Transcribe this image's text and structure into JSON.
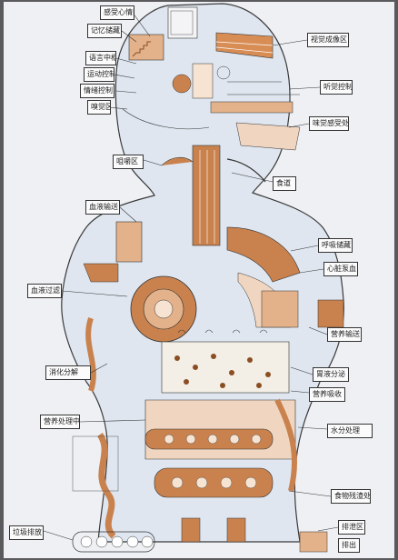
{
  "drawing": {
    "colors": {
      "paper": "#eef0f4",
      "ink": "#3a3a3a",
      "orange": "#c9824e",
      "orange_light": "#e3b28a",
      "blue_tint": "#dfe6f0",
      "background": "#5a5a5c"
    },
    "labels": [
      {
        "id": "lbl-top-left-1",
        "text": "感受心情区"
      },
      {
        "id": "lbl-top-left-2",
        "text": "记忆储藏"
      },
      {
        "id": "lbl-left-1",
        "text": "语言中枢"
      },
      {
        "id": "lbl-left-2",
        "text": "运动控制"
      },
      {
        "id": "lbl-left-3",
        "text": "情绪控制"
      },
      {
        "id": "lbl-left-4",
        "text": "嗅觉区"
      },
      {
        "id": "lbl-right-1",
        "text": "视觉成像区"
      },
      {
        "id": "lbl-right-2",
        "text": "听觉控制"
      },
      {
        "id": "lbl-right-3",
        "text": "味觉感受处"
      },
      {
        "id": "lbl-mouth",
        "text": "咀嚼区"
      },
      {
        "id": "lbl-throat",
        "text": "食道"
      },
      {
        "id": "lbl-lung",
        "text": "血液输送"
      },
      {
        "id": "lbl-right-4",
        "text": "呼吸储藏"
      },
      {
        "id": "lbl-right-5",
        "text": "心脏泵血"
      },
      {
        "id": "lbl-left-5",
        "text": "血液过滤"
      },
      {
        "id": "lbl-right-6",
        "text": "营养输送"
      },
      {
        "id": "lbl-left-6",
        "text": "消化分解"
      },
      {
        "id": "lbl-right-7",
        "text": "胃液分泌"
      },
      {
        "id": "lbl-right-8",
        "text": "营养吸收"
      },
      {
        "id": "lbl-left-7",
        "text": "营养处理中心"
      },
      {
        "id": "lbl-right-9",
        "text": "水分处理"
      },
      {
        "id": "lbl-right-10",
        "text": "食物残渣处理"
      },
      {
        "id": "lbl-bottom-left",
        "text": "垃圾排放"
      },
      {
        "id": "lbl-bottom-right-1",
        "text": "排泄区"
      },
      {
        "id": "lbl-bottom-right-2",
        "text": "排出"
      }
    ]
  }
}
